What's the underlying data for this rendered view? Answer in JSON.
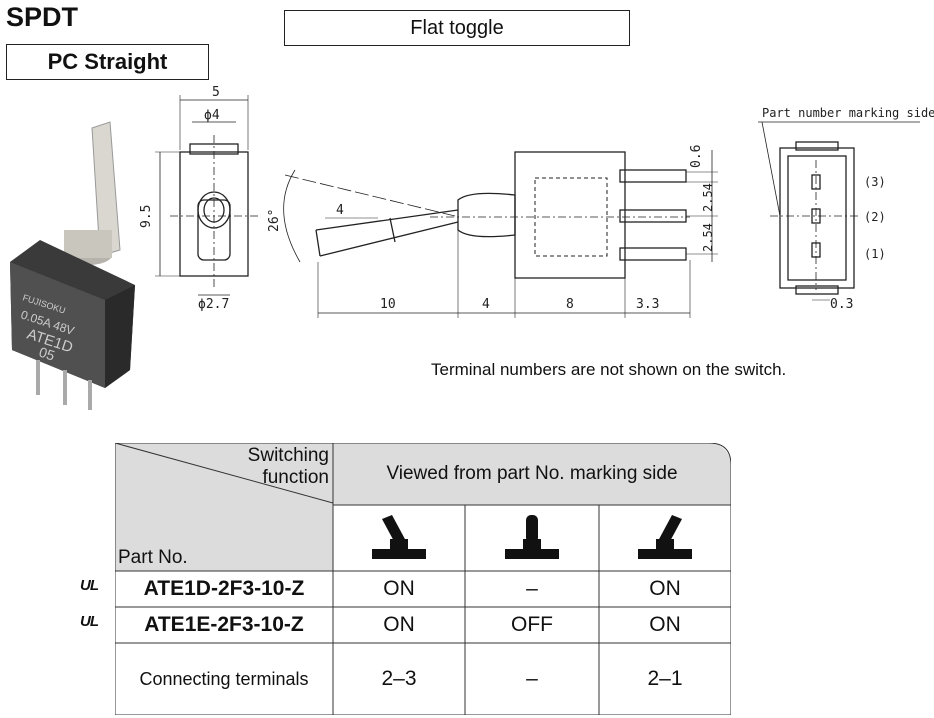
{
  "header": {
    "title": "SPDT",
    "subtitle": "PC Straight",
    "type_label": "Flat toggle"
  },
  "photo": {
    "markings": [
      "FUJISOKU",
      "0.05A 48V",
      "ATE1D",
      "05"
    ]
  },
  "drawing": {
    "front_dims": {
      "width": "5",
      "diameter": "ϕ4",
      "height": "9.5",
      "lever_dia": "ϕ2.7"
    },
    "side_dims": {
      "angle": "26°",
      "lever_len": "4",
      "d1": "10",
      "d2": "4",
      "d3": "8",
      "d4": "3.3",
      "v1": "0.6",
      "v2": "2.54",
      "v3": "2.54"
    },
    "rear_view": {
      "marking_label": "Part number marking side",
      "t3": "(3)",
      "t2": "(2)",
      "t1": "(1)",
      "dim": "0.3"
    }
  },
  "note": "Terminal numbers are not shown on the switch.",
  "table": {
    "corner_top": "Switching\nfunction",
    "corner_bottom": "Part No.",
    "viewed_header": "Viewed from part No. marking side",
    "rows": [
      {
        "part": "ATE1D-2F3-10-Z",
        "cert": "UL",
        "values": [
          "ON",
          "–",
          "ON"
        ]
      },
      {
        "part": "ATE1E-2F3-10-Z",
        "cert": "UL",
        "values": [
          "ON",
          "OFF",
          "ON"
        ]
      }
    ],
    "connecting": {
      "label": "Connecting terminals",
      "values": [
        "2–3",
        "–",
        "2–1"
      ]
    }
  }
}
